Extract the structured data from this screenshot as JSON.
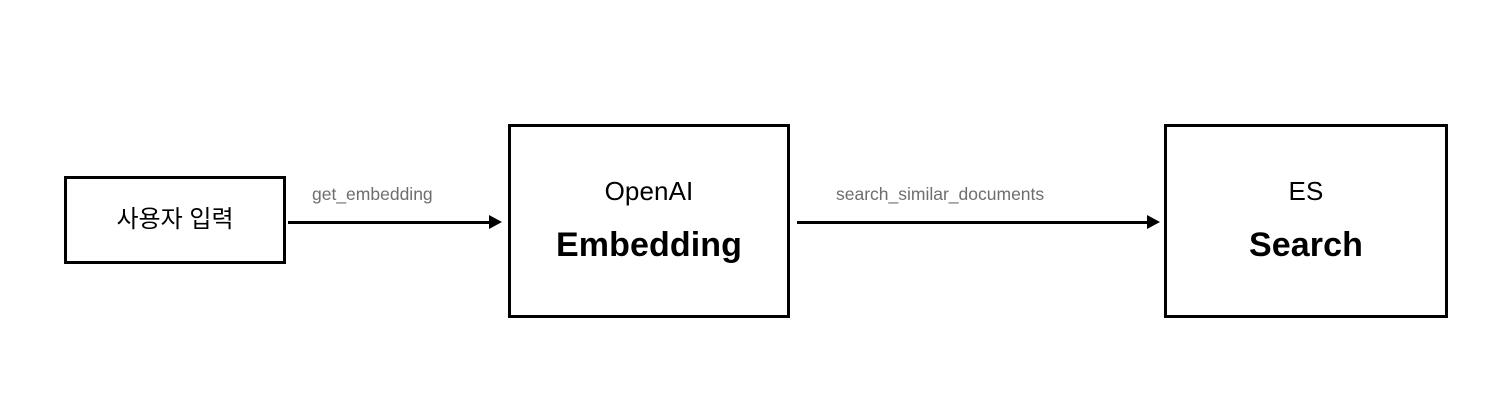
{
  "diagram": {
    "background_color": "#ffffff",
    "stroke_color": "#000000",
    "label_color": "#6e6e6e",
    "nodes": [
      {
        "id": "user-input",
        "title": "사용자 입력",
        "subtitle": ""
      },
      {
        "id": "openai-embedding",
        "title": "OpenAI",
        "subtitle": "Embedding"
      },
      {
        "id": "es-search",
        "title": "ES",
        "subtitle": "Search"
      }
    ],
    "edges": [
      {
        "id": "edge-get-embedding",
        "label": "get_embedding",
        "from": "user-input",
        "to": "openai-embedding"
      },
      {
        "id": "edge-search-similar-documents",
        "label": "search_similar_documents",
        "from": "openai-embedding",
        "to": "es-search"
      }
    ]
  }
}
